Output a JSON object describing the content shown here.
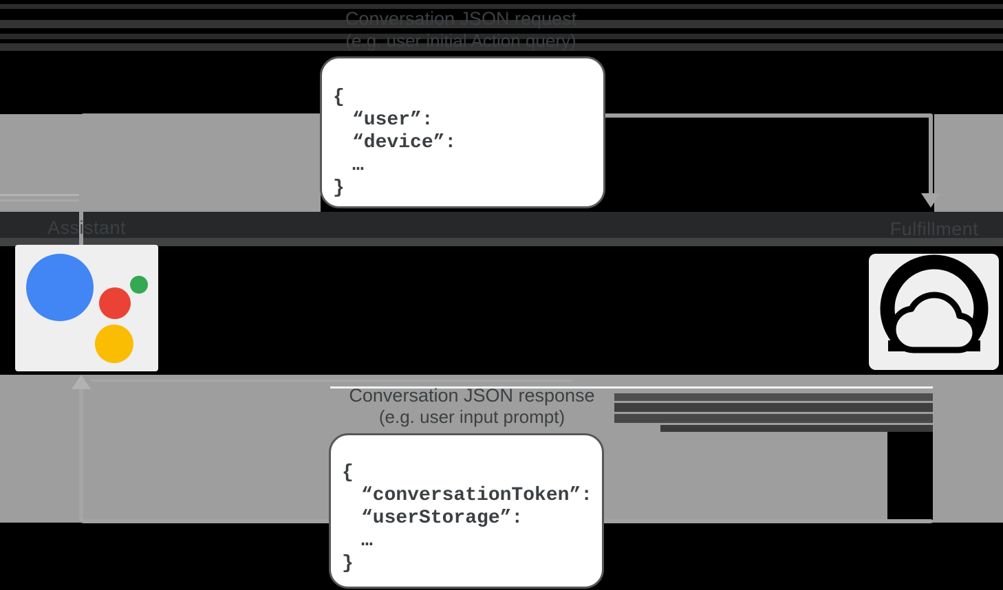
{
  "diagram": {
    "request": {
      "title": "Conversation JSON request",
      "subtitle": "(e.g. user initial Action query)",
      "code_lines": [
        "{",
        "“user”:",
        "“device”:",
        "…",
        "}"
      ]
    },
    "response": {
      "title": "Conversation JSON response",
      "subtitle": "(e.g. user input prompt)",
      "code_lines": [
        "{",
        "“conversationToken”:",
        "“userStorage”:",
        "…",
        "}"
      ]
    },
    "left_node": {
      "label": "Assistant",
      "icon": "google-assistant-logo"
    },
    "right_node": {
      "label": "Fulfillment",
      "icon": "cloud-fulfillment-icon"
    },
    "colors": {
      "arrow_gray": "#9e9e9e",
      "node_box_gray": "#efefef",
      "text_dark": "#3c4043",
      "assistant_blue": "#4285f4",
      "assistant_red": "#ea4335",
      "assistant_green": "#34a853",
      "assistant_yellow": "#fbbc04"
    }
  }
}
